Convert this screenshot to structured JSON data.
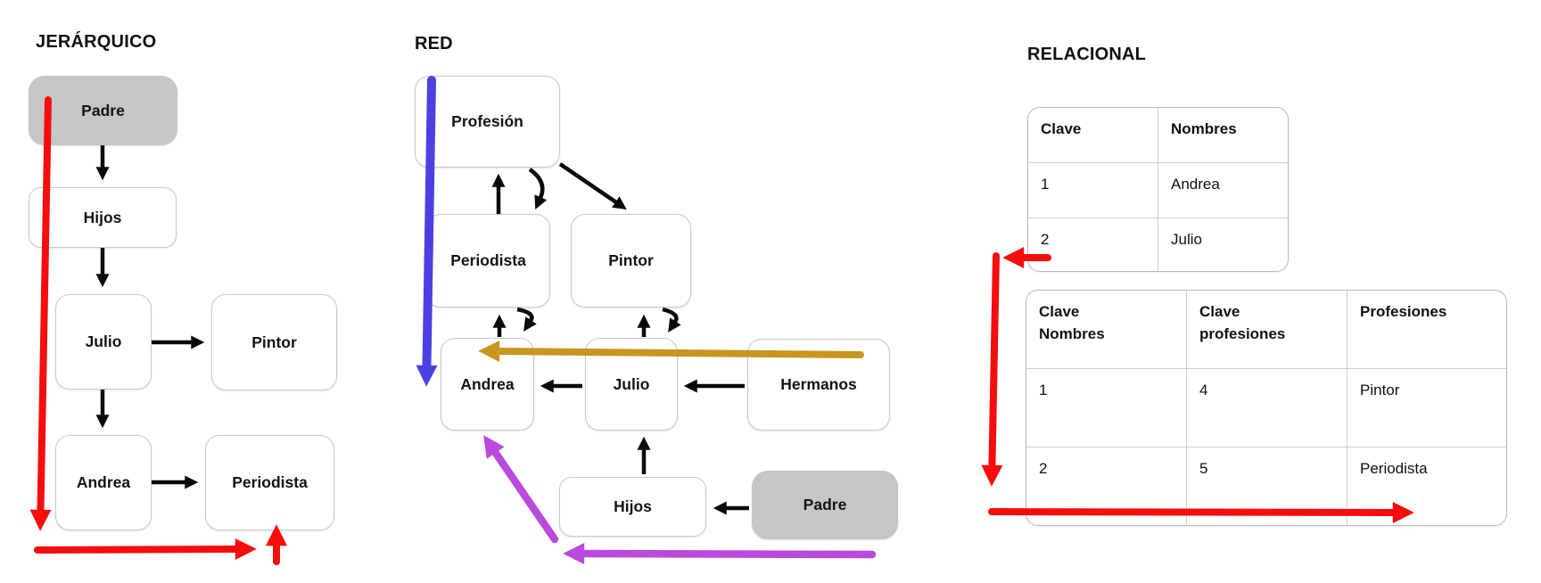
{
  "jerarquico": {
    "title": "JERÁRQUICO",
    "nodes": {
      "padre": "Padre",
      "hijos": "Hijos",
      "julio": "Julio",
      "pintor": "Pintor",
      "andrea": "Andrea",
      "periodista": "Periodista"
    }
  },
  "red": {
    "title": "RED",
    "nodes": {
      "profesion": "Profesión",
      "periodista": "Periodista",
      "pintor": "Pintor",
      "andrea": "Andrea",
      "julio": "Julio",
      "hermanos": "Hermanos",
      "hijos": "Hijos",
      "padre": "Padre"
    }
  },
  "relacional": {
    "title": "RELACIONAL",
    "table1": {
      "headers": [
        "Clave",
        "Nombres"
      ],
      "rows": [
        [
          "1",
          "Andrea"
        ],
        [
          "2",
          "Julio"
        ]
      ]
    },
    "table2": {
      "headers": [
        "Clave Nombres",
        "Clave profesiones",
        "Profesiones"
      ],
      "rows": [
        [
          "1",
          "4",
          "Pintor"
        ],
        [
          "2",
          "5",
          "Periodista"
        ]
      ]
    }
  },
  "colors": {
    "accent-red": "#F60D0D",
    "accent-blue": "#4B41E2",
    "accent-gold": "#C8951E",
    "accent-purple": "#BA4ADB",
    "node-gray": "#C6C6C6"
  }
}
